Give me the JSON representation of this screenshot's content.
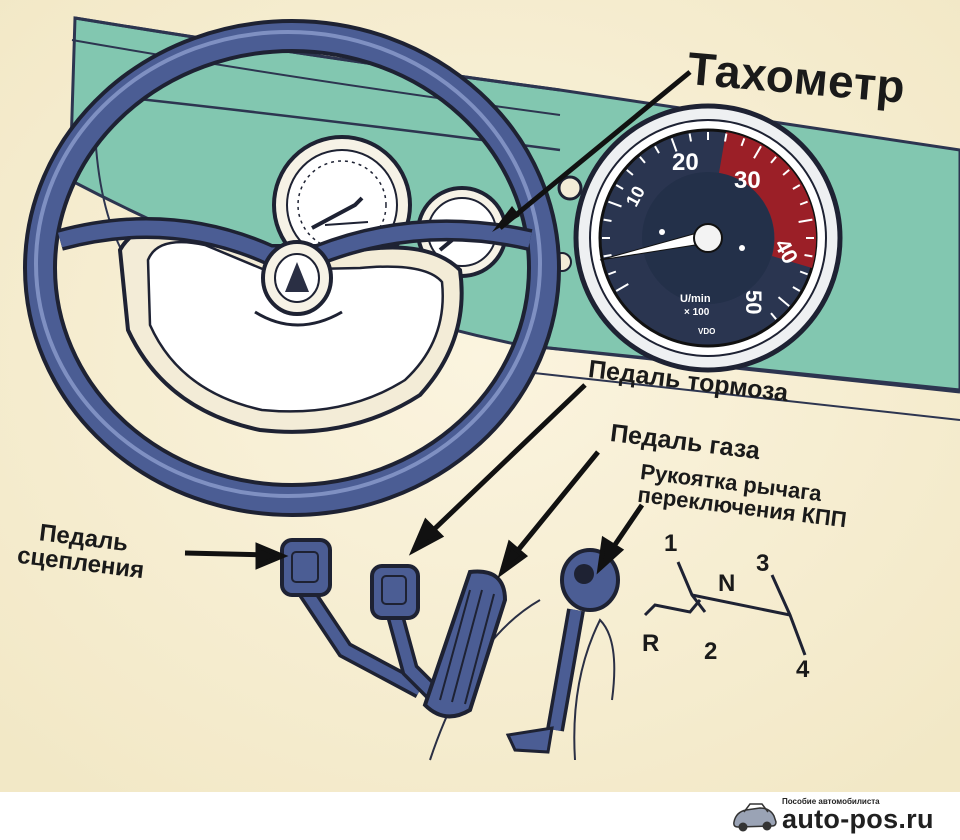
{
  "labels": {
    "tachometer": "Тахометр",
    "brake_pedal": "Педаль тормоза",
    "gas_pedal": "Педаль газа",
    "gear_lever_line1": "Рукоятка рычага",
    "gear_lever_line2": "переключения КПП",
    "clutch_line1": "Педаль",
    "clutch_line2": "сцепления"
  },
  "gear_pattern": {
    "positions": [
      "1",
      "2",
      "3",
      "4",
      "N",
      "R"
    ]
  },
  "tachometer_dial": {
    "scale_labels": [
      "10",
      "20",
      "30",
      "40",
      "50"
    ],
    "unit_line1": "U/min",
    "unit_line2": "× 100",
    "maker": "VDO"
  },
  "watermark": {
    "tagline": "Пособие автомобилиста",
    "site": "auto-pos.ru"
  },
  "colors": {
    "background": "#f7f0d8",
    "dashboard": "#7fc6ae",
    "outline_blue": "#3b4a78",
    "redline": "#9b1f27",
    "dial_face": "#2a3550"
  }
}
